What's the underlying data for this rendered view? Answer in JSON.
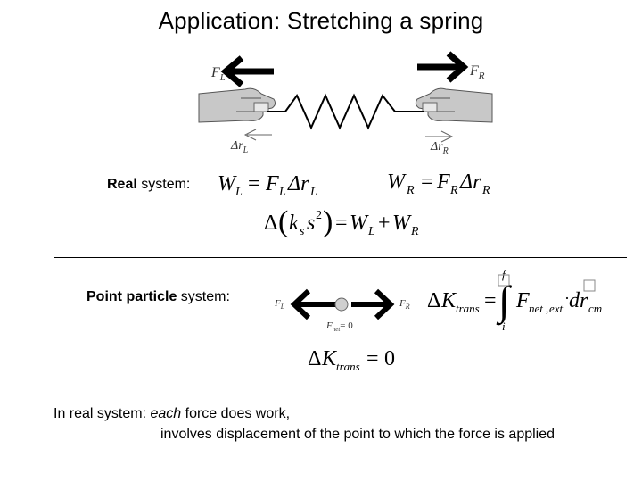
{
  "title": "Application: Stretching a spring",
  "spring_figure": {
    "force_left": "F",
    "force_left_sub": "L",
    "force_right": "F",
    "force_right_sub": "R",
    "disp_left": "Δr",
    "disp_left_sub": "L",
    "disp_right": "Δr",
    "disp_right_sub": "R"
  },
  "real_system": {
    "label_bold": "Real",
    "label_rest": " system:",
    "eq_left": "W_L = F_L Δr_L",
    "eq_right": "W_R = F_R Δr_R",
    "eq_energy": "Δ(k_s s²) = W_L + W_R"
  },
  "point_particle": {
    "label_bold": "Point particle",
    "label_rest": " system:",
    "force_left": "F",
    "force_left_sub": "L",
    "force_right": "F",
    "force_right_sub": "R",
    "fnet": "F",
    "fnet_sub": "net",
    "fnet_value": "= 0",
    "integral_upper": "f",
    "integral_lower": "i",
    "eq_integral": "ΔK_trans = ∫ F_net,ext · dr_cm",
    "eq_result": "ΔK_trans = 0"
  },
  "footer": {
    "line1_prefix": "In real system: ",
    "line1_italic": "each",
    "line1_suffix": " force does work,",
    "line2": "involves displacement of the point to which the force is applied"
  }
}
